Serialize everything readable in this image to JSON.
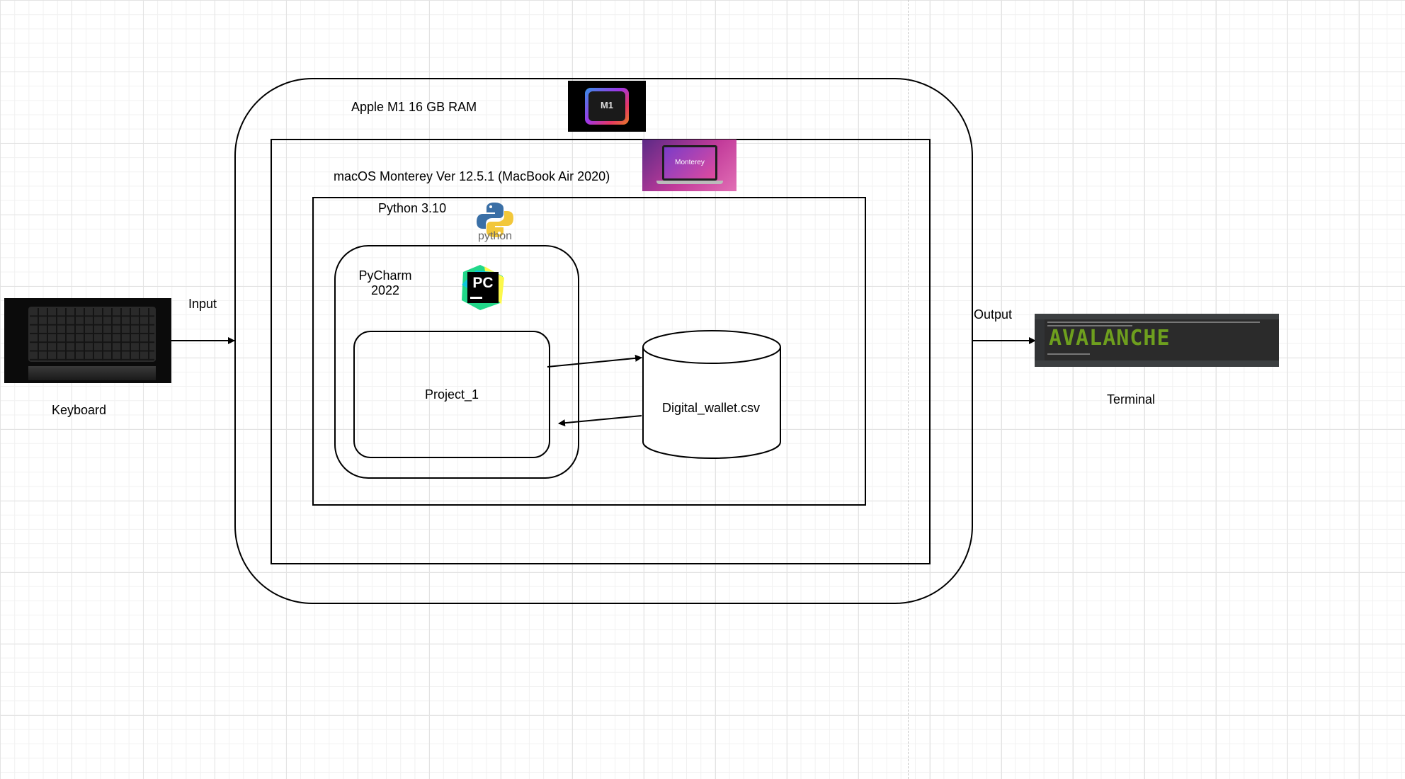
{
  "diagram": {
    "hardware_label": "Apple M1 16 GB RAM",
    "chip_text": "M1",
    "os_label": "macOS Monterey Ver 12.5.1 (MacBook Air 2020)",
    "os_image_text": "Monterey",
    "python_label": "Python 3.10",
    "python_logo_text": "python",
    "ide_label_line1": "PyCharm",
    "ide_label_line2": "2022",
    "ide_logo_text": "PC",
    "project_label": "Project_1",
    "data_file_label": "Digital_wallet.csv",
    "input_device_label": "Keyboard",
    "input_arrow_label": "Input",
    "output_arrow_label": "Output",
    "output_device_label": "Terminal",
    "terminal_banner_text": "AVALANCHE"
  },
  "colors": {
    "grid_major": "#e3e3e3",
    "grid_minor": "#f1f1f1",
    "line": "#000000",
    "terminal_green": "#6e9f1e"
  }
}
